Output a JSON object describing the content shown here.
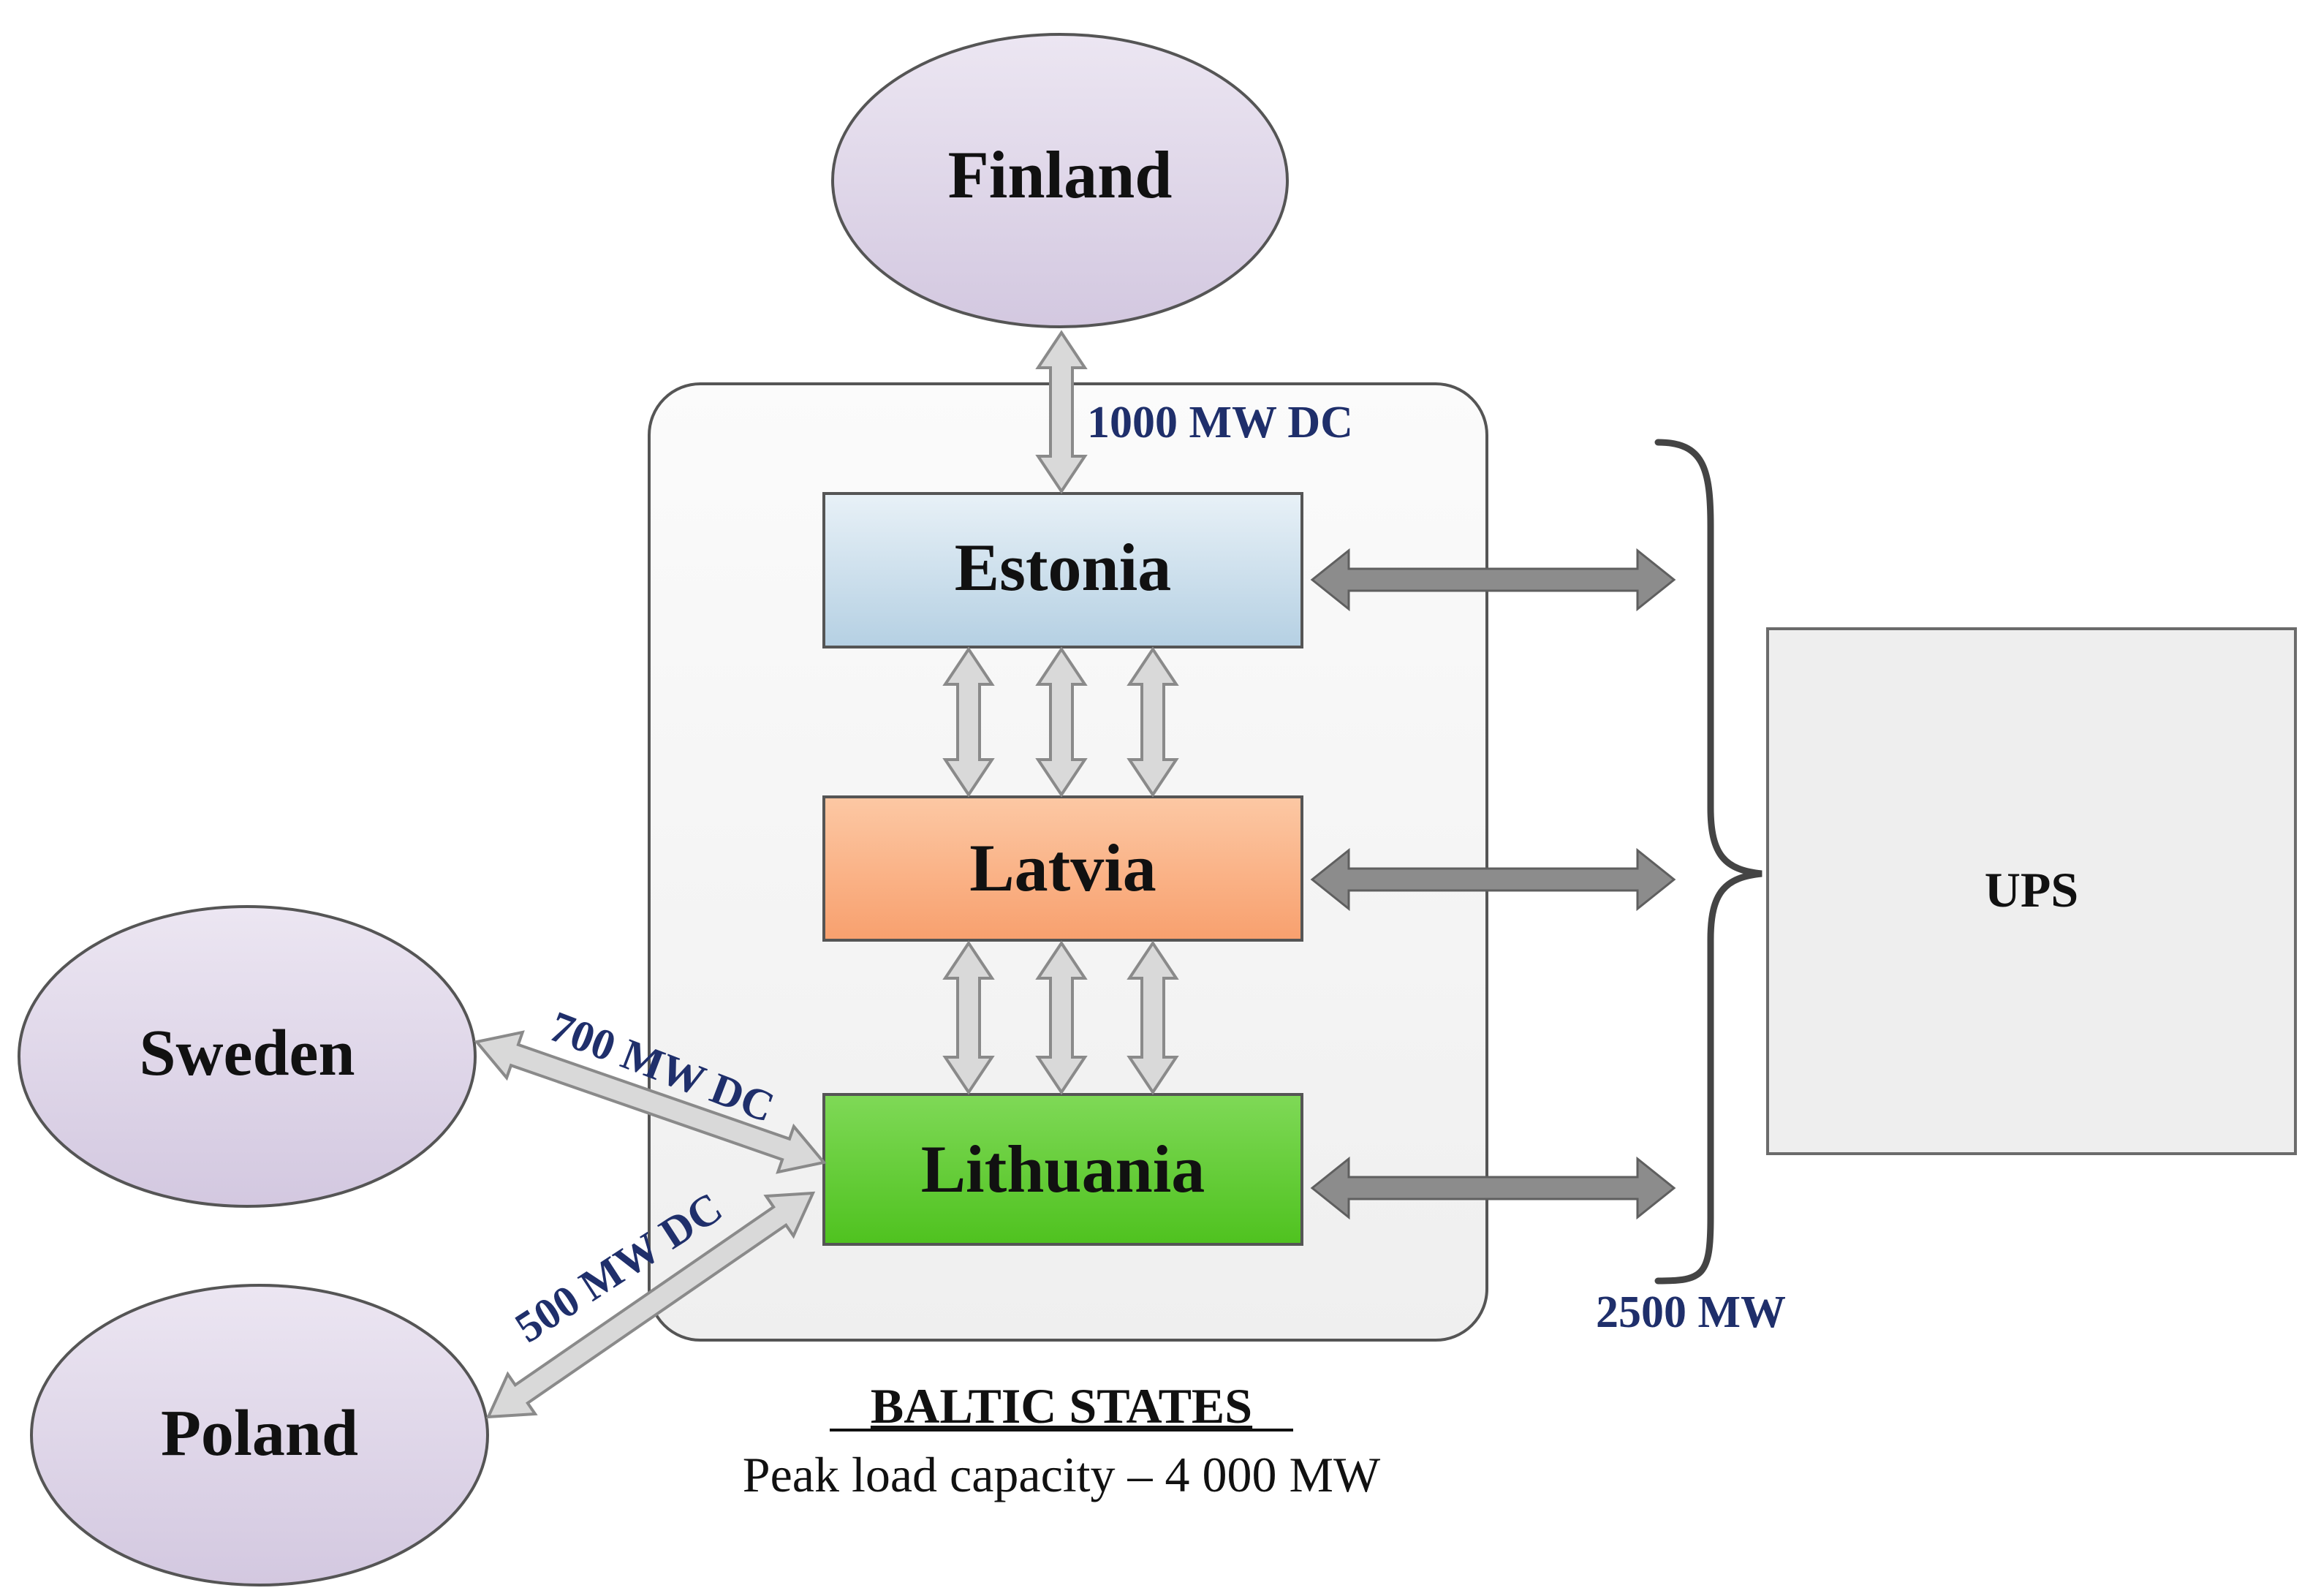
{
  "nodes": {
    "finland": "Finland",
    "estonia": "Estonia",
    "latvia": "Latvia",
    "lithuania": "Lithuania",
    "sweden": "Sweden",
    "poland": "Poland",
    "ups": "UPS"
  },
  "links": {
    "finland_estonia": "1000 MW DC",
    "sweden_lithuania": "700 MW DC",
    "poland_lithuania": "500 MW DC",
    "baltic_ups": "2500 MW"
  },
  "caption": {
    "title": "BALTIC STATES",
    "subtitle": "Peak load capacity – 4 000 MW"
  },
  "colors": {
    "country_ellipse_top": "#ece6f2",
    "country_ellipse_bottom": "#d3c8e0",
    "estonia_top": "#e8f1f7",
    "estonia_bottom": "#b5d0e3",
    "latvia_top": "#fcc8a4",
    "latvia_bottom": "#f8a06e",
    "lithuania_top": "#7fd957",
    "lithuania_bottom": "#4fc21f",
    "ups_fill": "#eeeeee",
    "baltic_panel": "#f3f3f3",
    "flow_label": "#1f2f6b"
  }
}
